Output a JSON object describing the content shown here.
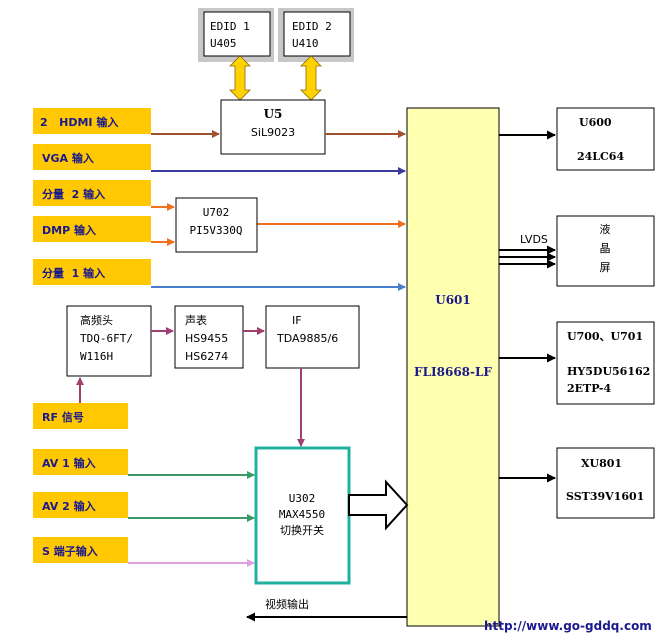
{
  "colors": {
    "input_label_bg": "#ffc800",
    "input_label_text": "#1a1a8c",
    "u601_fill": "#ffffb0",
    "edid_shadow": "#c8c8c8",
    "arrow_yellow": "#ffd200",
    "line_brown": "#a0522d",
    "line_blue_dark": "#3b3b9e",
    "line_orange": "#f07020",
    "line_blue_light": "#4a7fd0",
    "line_maroon": "#a04070",
    "line_green": "#3a9a6a",
    "line_pink": "#e0a0e0",
    "switch_border": "#20b0a0",
    "black": "#000000"
  },
  "blocks": {
    "edid1": {
      "line1": "EDID 1",
      "line2": "U405"
    },
    "edid2": {
      "line1": "EDID 2",
      "line2": "U410"
    },
    "u5": {
      "line1": "U5",
      "line2": "SiL9023"
    },
    "u702": {
      "line1": "U702",
      "line2": "PI5V330Q"
    },
    "tuner": {
      "line1": "高频头",
      "line2": "TDQ-6FT/",
      "line3": "W116H"
    },
    "audio": {
      "line1": "声表",
      "line2": "HS9455",
      "line3": "HS6274"
    },
    "if_block": {
      "line1": "IF",
      "line2": "TDA9885/6"
    },
    "u302": {
      "line1": "U302",
      "line2": "MAX4550",
      "line3": "切换开关"
    },
    "u601": {
      "line1": "U601",
      "line2": "FLI8668-LF"
    },
    "u600": {
      "line1": "U600",
      "line2": "24LC64"
    },
    "lcd": {
      "line1": "液",
      "line2": "晶",
      "line3": "屏"
    },
    "u700": {
      "line1": "U700、U701",
      "line2": "HY5DU56162",
      "line3": "2ETP-4"
    },
    "xu801": {
      "line1": "XU801",
      "line2": "SST39V1601"
    }
  },
  "inputs": {
    "hdmi": "2   HDMI 输入",
    "vga": "VGA 输入",
    "comp2": "分量  2 输入",
    "dmp": "DMP 输入",
    "comp1": "分量  1 输入",
    "rf": "RF 信号",
    "av1": "AV 1 输入",
    "av2": "AV 2 输入",
    "s_video": "S 端子输入"
  },
  "labels": {
    "lvds": "LVDS",
    "video_out": "视频输出",
    "watermark": "http://www.go-gddq.com"
  }
}
